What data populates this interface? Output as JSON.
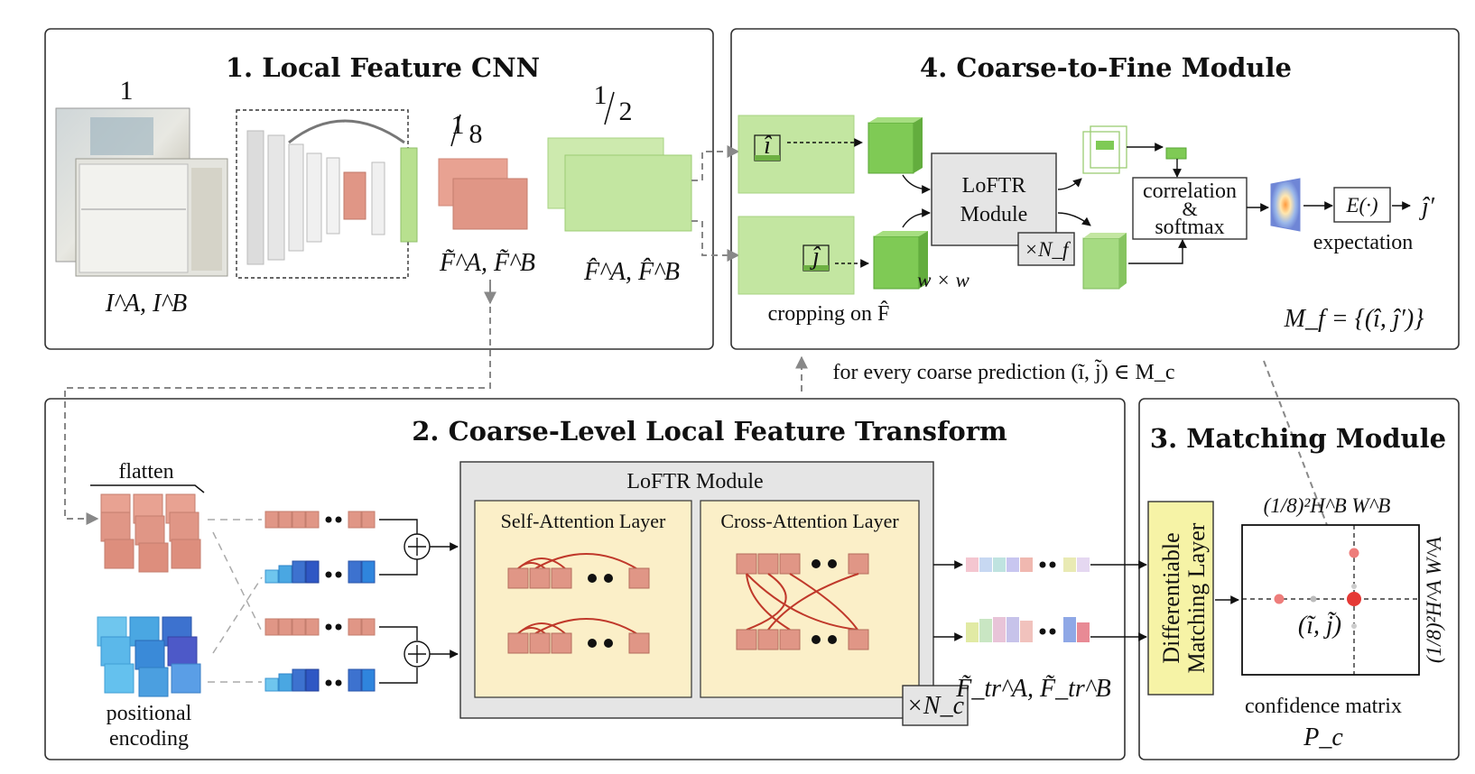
{
  "panels": {
    "local_cnn": {
      "title": "1. Local Feature CNN"
    },
    "coarse_transform": {
      "title": "2. Coarse-Level Local Feature Transform"
    },
    "matching": {
      "title": "3. Matching Module"
    },
    "coarse_to_fine": {
      "title": "4. Coarse-to-Fine Module"
    }
  },
  "cnn": {
    "scale_full": "1",
    "scale_eighth_num": "1",
    "scale_eighth_den": "8",
    "scale_half_num": "1",
    "scale_half_den": "2",
    "input_label": "I^A, I^B",
    "coarse_label": "F̃^A, F̃^B",
    "fine_label": "F̂^A, F̂^B"
  },
  "c2f": {
    "i_hat": "î",
    "j_hat": "ĵ",
    "module_line1": "LoFTR",
    "module_line2": "Module",
    "nf": "×N_f",
    "window": "w × w",
    "cropping": "cropping on F̂",
    "corr_line1": "correlation",
    "corr_amp": "&",
    "corr_line2": "softmax",
    "expect_fn": "E(·)",
    "j_out": "ĵ′",
    "expectation": "expectation",
    "mf": "M_f = {(î, ĵ′)}"
  },
  "bridge": {
    "text": "for every coarse prediction (ĩ, j̃) ∈ M_c"
  },
  "transform": {
    "flatten": "flatten",
    "pos_line1": "positional",
    "pos_line2": "encoding",
    "module_title": "LoFTR Module",
    "self_attn": "Self-Attention Layer",
    "cross_attn": "Cross-Attention Layer",
    "nc": "×N_c",
    "tr_label": "F̃_tr^A, F̃_tr^B"
  },
  "matching": {
    "layer_line1": "Differentiable",
    "layer_line2": "Matching Layer",
    "top_axis": "(1/8)²H^B W^B",
    "right_axis": "(1/8)²H^A W^A",
    "point_label": "(ĩ, j̃)",
    "conf_line1": "confidence matrix",
    "conf_line2": "P_c"
  },
  "colors": {
    "coarse_feat": "#e09686",
    "fine_feat": "#c3e6a1",
    "fine_feat_dark": "#8fcf6a",
    "yellow_panel": "#fbefc8",
    "gray_module": "#e5e5e5",
    "pos_blue": "#3b7fd4",
    "match_dot": "#e53935",
    "matching_layer": "#f6f3a6"
  }
}
